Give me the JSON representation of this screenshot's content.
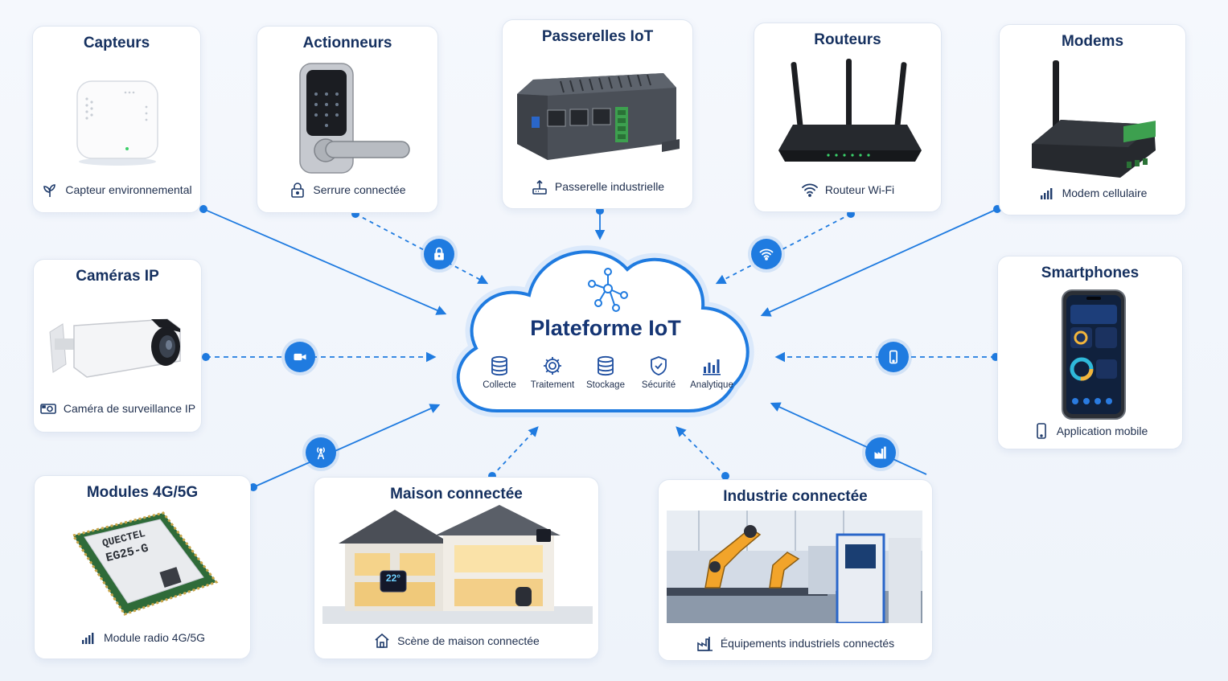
{
  "colors": {
    "accent": "#1f7be0",
    "title": "#15305f",
    "card_border": "#dfe6f1"
  },
  "center": {
    "title": "Plateforme IoT",
    "icon": "network-nodes-icon",
    "features": [
      {
        "label": "Collecte",
        "icon": "database-icon"
      },
      {
        "label": "Traitement",
        "icon": "gear-icon"
      },
      {
        "label": "Stockage",
        "icon": "database-icon"
      },
      {
        "label": "Sécurité",
        "icon": "shield-check-icon"
      },
      {
        "label": "Analytique",
        "icon": "bar-chart-icon"
      }
    ]
  },
  "cards": {
    "capteurs": {
      "title": "Capteurs",
      "caption": "Capteur environnemental",
      "icon": "leaf-icon"
    },
    "actionneurs": {
      "title": "Actionneurs",
      "caption": "Serrure connectée",
      "icon": "lock-icon"
    },
    "passerelles": {
      "title": "Passerelles IoT",
      "caption": "Passerelle industrielle",
      "icon": "gateway-icon"
    },
    "routeurs": {
      "title": "Routeurs",
      "caption": "Routeur Wi-Fi",
      "icon": "wifi-icon"
    },
    "modems": {
      "title": "Modems",
      "caption": "Modem cellulaire",
      "icon": "signal-bars-icon"
    },
    "cameras": {
      "title": "Caméras IP",
      "caption": "Caméra de surveillance IP",
      "icon": "camera-icon"
    },
    "smartphones": {
      "title": "Smartphones",
      "caption": "Application mobile",
      "icon": "phone-icon"
    },
    "modules": {
      "title": "Modules 4G/5G",
      "caption": "Module radio 4G/5G",
      "icon": "signal-bars-icon",
      "chip_brand": "QUECTEL",
      "chip_model": "EG25-G"
    },
    "maison": {
      "title": "Maison connectée",
      "caption": "Scène de maison connectée",
      "icon": "house-icon",
      "thermostat": "22°"
    },
    "industrie": {
      "title": "Industrie connectée",
      "caption": "Équipements industriels connectés",
      "icon": "factory-icon"
    }
  },
  "badges": [
    "lock-icon",
    "wifi-icon",
    "video-icon",
    "phone-icon",
    "antenna-icon",
    "factory-icon"
  ]
}
